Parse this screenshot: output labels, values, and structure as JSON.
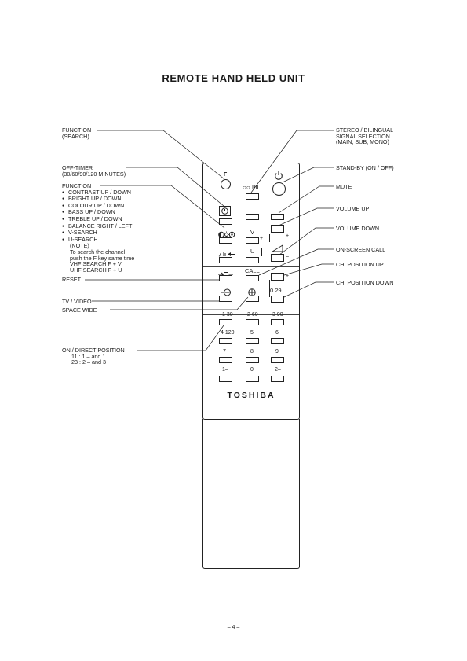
{
  "title": "REMOTE HAND HELD UNIT",
  "left_labels": {
    "function_search": [
      "FUNCTION",
      "(SEARCH)"
    ],
    "off_timer": [
      "OFF-TIMER",
      "(30/60/90/120  MINUTES)"
    ],
    "function_list_head": "FUNCTION",
    "function_items": [
      "CONTRAST  UP / DOWN",
      "BRIGHT  UP / DOWN",
      "COLOUR  UP / DOWN",
      "BASS  UP / DOWN",
      "TREBLE  UP / DOWN",
      "BALANCE  RIGHT / LEFT",
      "V-SEARCH",
      "U-SEARCH"
    ],
    "note": [
      "(NOTE)",
      "To search the channel,",
      "push the F key same time",
      "VHF  SEARCH  F + V",
      "UHF  SEARCH  F + U"
    ],
    "reset": "RESET",
    "tv_video": "TV / VIDEO",
    "space_wide": "SPACE  WIDE",
    "direct_position": [
      "ON / DIRECT  POSITION",
      "11  :  1  –  and  1",
      "23  :  2  –  and  3"
    ]
  },
  "right_labels": {
    "stereo": [
      "STEREO / BILINGUAL",
      "SIGNAL  SELECTION",
      "(MAIN,  SUB,  MONO)"
    ],
    "standby": "STAND-BY  (ON / OFF)",
    "mute": "MUTE",
    "volume_up": "VOLUME  UP",
    "volume_down": "VOLUME  DOWN",
    "on_screen_call": "ON-SCREEN  CALL",
    "ch_position_up": "CH.  POSITION  UP",
    "ch_position_down": "CH.  POSITION  DOWN"
  },
  "remote": {
    "f_label": "F",
    "stereo_key_label": "○○ I/II",
    "v_label": "V",
    "u_label": "U",
    "call_label": "CALL",
    "plus_label": "+",
    "minus_label": "–",
    "ch_label": "0  29",
    "num_labels": [
      "1 30",
      "2 60",
      "3 90",
      "4 120",
      "5",
      "6",
      "7",
      "8",
      "9",
      "1–",
      "0",
      "2–"
    ],
    "brand": "TOSHIBA"
  },
  "page_number": "– 4 –",
  "icons": [
    "timer-icon",
    "contrast-bright-colour-icon",
    "bass-treble-balance-icon",
    "standby-icon",
    "volume-icon",
    "reset-icon",
    "tv-video-icon",
    "space-wide-icon"
  ]
}
